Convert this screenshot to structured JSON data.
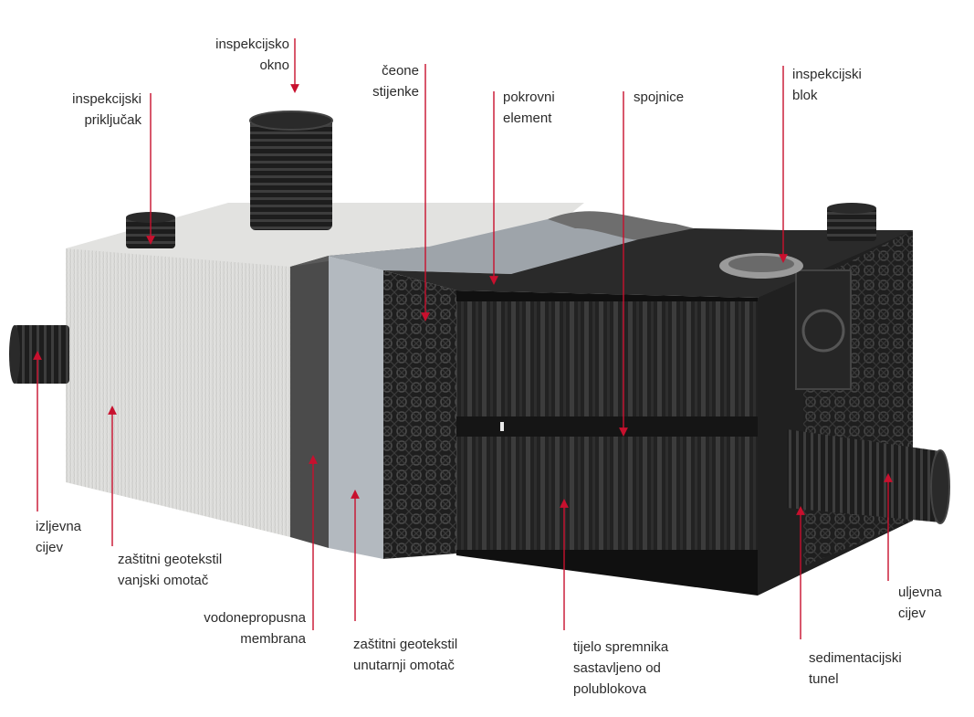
{
  "colors": {
    "accent": "#c8102e",
    "geotextile": "#d9d9d7",
    "membrane": "#4a4a4a",
    "inner_geotextile": "#aeb4ba",
    "blocks": "#1c1c1c"
  },
  "labels": {
    "inspection_shaft": [
      "inspekcijsko",
      "okno"
    ],
    "inspection_connection": [
      "inspekcijski",
      "priključak"
    ],
    "end_walls": [
      "čeone",
      "stijenke"
    ],
    "cover_element": [
      "pokrovni",
      "element"
    ],
    "connectors": [
      "spojnice"
    ],
    "inspection_block": [
      "inspekcijski",
      "blok"
    ],
    "outlet_pipe": [
      "izljevna",
      "cijev"
    ],
    "outer_geotextile": [
      "zaštitni geotekstil",
      "vanjski omotač"
    ],
    "membrane": [
      "vodonepropusna",
      "membrana"
    ],
    "inner_geotextile": [
      "zaštitni geotekstil",
      "unutarnji omotač"
    ],
    "tank_body": [
      "tijelo spremnika",
      "sastavljeno od",
      "polublokova"
    ],
    "inlet_pipe": [
      "uljevna",
      "cijev"
    ],
    "sediment_tunnel": [
      "sedimentacijski",
      "tunel"
    ]
  }
}
